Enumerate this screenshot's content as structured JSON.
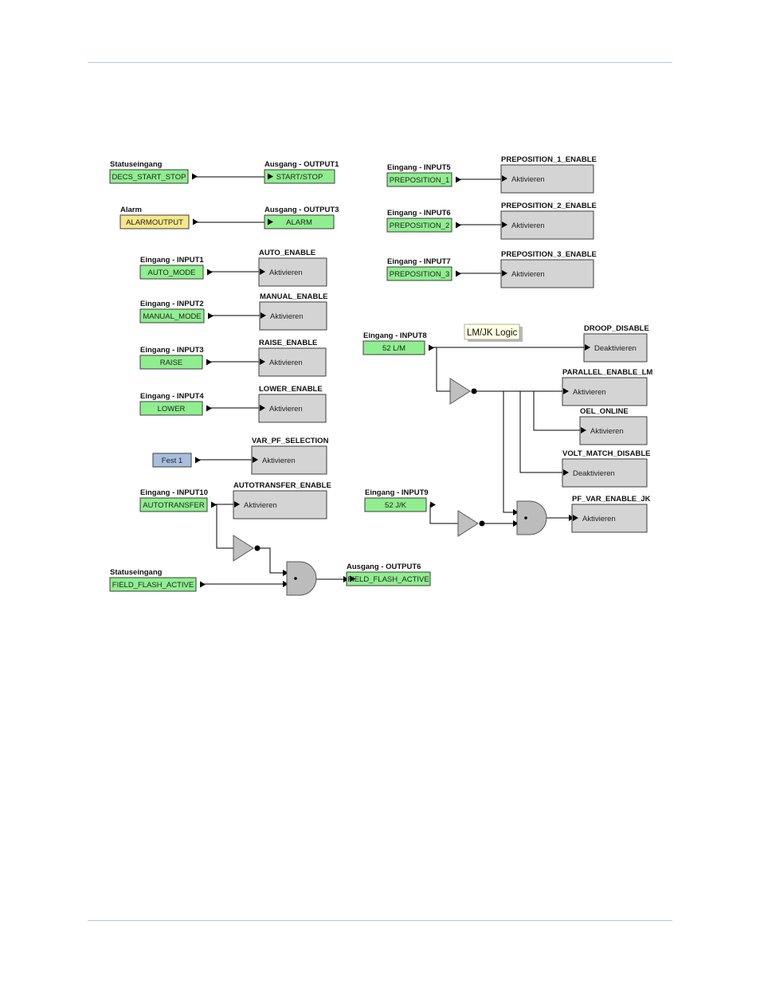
{
  "inputs": [
    {
      "label": "Statuseingang",
      "text": "DECS_START_STOP",
      "color": "#90ee90"
    },
    {
      "label": "Alarm",
      "text": "ALARMOUTPUT",
      "color": "#f6e78a"
    },
    {
      "label": "Eingang - INPUT1",
      "text": "AUTO_MODE",
      "color": "#90ee90"
    },
    {
      "label": "Eingang - INPUT2",
      "text": "MANUAL_MODE",
      "color": "#90ee90"
    },
    {
      "label": "Eingang - INPUT3",
      "text": "RAISE",
      "color": "#90ee90"
    },
    {
      "label": "Eingang - INPUT4",
      "text": "LOWER",
      "color": "#90ee90"
    },
    {
      "label": "",
      "text": "Fest 1",
      "color": "#a9bfdf"
    },
    {
      "label": "Eingang - INPUT10",
      "text": "AUTOTRANSFER",
      "color": "#90ee90"
    },
    {
      "label": "Statuseingang",
      "text": "FIELD_FLASH_ACTIVE",
      "color": "#90ee90"
    },
    {
      "label": "Eingang - INPUT5",
      "text": "PREPOSITION_1",
      "color": "#90ee90"
    },
    {
      "label": "Eingang - INPUT6",
      "text": "PREPOSITION_2",
      "color": "#90ee90"
    },
    {
      "label": "Eingang - INPUT7",
      "text": "PREPOSITION_3",
      "color": "#90ee90"
    },
    {
      "label": "Eingang - INPUT8",
      "text": "52 L/M",
      "color": "#90ee90"
    },
    {
      "label": "Eingang - INPUT9",
      "text": "52 J/K",
      "color": "#90ee90"
    }
  ],
  "outputs": [
    {
      "label": "Ausgang - OUTPUT1",
      "text": "START/STOP",
      "color": "#90ee90"
    },
    {
      "label": "Ausgang - OUTPUT3",
      "text": "ALARM",
      "color": "#90ee90"
    },
    {
      "label": "Ausgang - OUTPUT6",
      "text": "FIELD_FLASH_ACTIVE",
      "color": "#90ee90"
    }
  ],
  "functions": [
    {
      "title": "AUTO_ENABLE",
      "text": "Aktivieren"
    },
    {
      "title": "MANUAL_ENABLE",
      "text": "Aktivieren"
    },
    {
      "title": "RAISE_ENABLE",
      "text": "Aktivieren"
    },
    {
      "title": "LOWER_ENABLE",
      "text": "Aktivieren"
    },
    {
      "title": "VAR_PF_SELECTION",
      "text": "Aktivieren"
    },
    {
      "title": "AUTOTRANSFER_ENABLE",
      "text": "Aktivieren"
    },
    {
      "title": "PREPOSITION_1_ENABLE",
      "text": "Aktivieren"
    },
    {
      "title": "PREPOSITION_2_ENABLE",
      "text": "Aktivieren"
    },
    {
      "title": "PREPOSITION_3_ENABLE",
      "text": "Aktivieren"
    },
    {
      "title": "DROOP_DISABLE",
      "text": "Deaktivieren"
    },
    {
      "title": "PARALLEL_ENABLE_LM",
      "text": "Aktivieren"
    },
    {
      "title": "OEL_ONLINE",
      "text": "Aktivieren"
    },
    {
      "title": "VOLT_MATCH_DISABLE",
      "text": "Deaktivieren"
    },
    {
      "title": "PF_VAR_ENABLE_JK",
      "text": "Aktivieren"
    }
  ],
  "tooltip": {
    "text": "LM/JK Logic"
  },
  "colors": {
    "function_fill": "#d4d4d4",
    "gate_fill": "#c0c0c0",
    "rule": "#b7c6de",
    "tooltip_fill": "#ffffe1"
  }
}
